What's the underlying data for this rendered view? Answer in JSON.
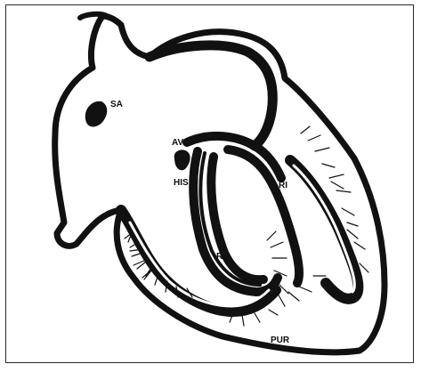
{
  "labels": {
    "sa": "SA",
    "av": "AV",
    "his": "HIS",
    "rd": "RD",
    "ri": "RI",
    "pur": "PUR"
  },
  "colors": {
    "ink": "#111111",
    "paper": "#ffffff",
    "frame": "#2a2a2a"
  }
}
